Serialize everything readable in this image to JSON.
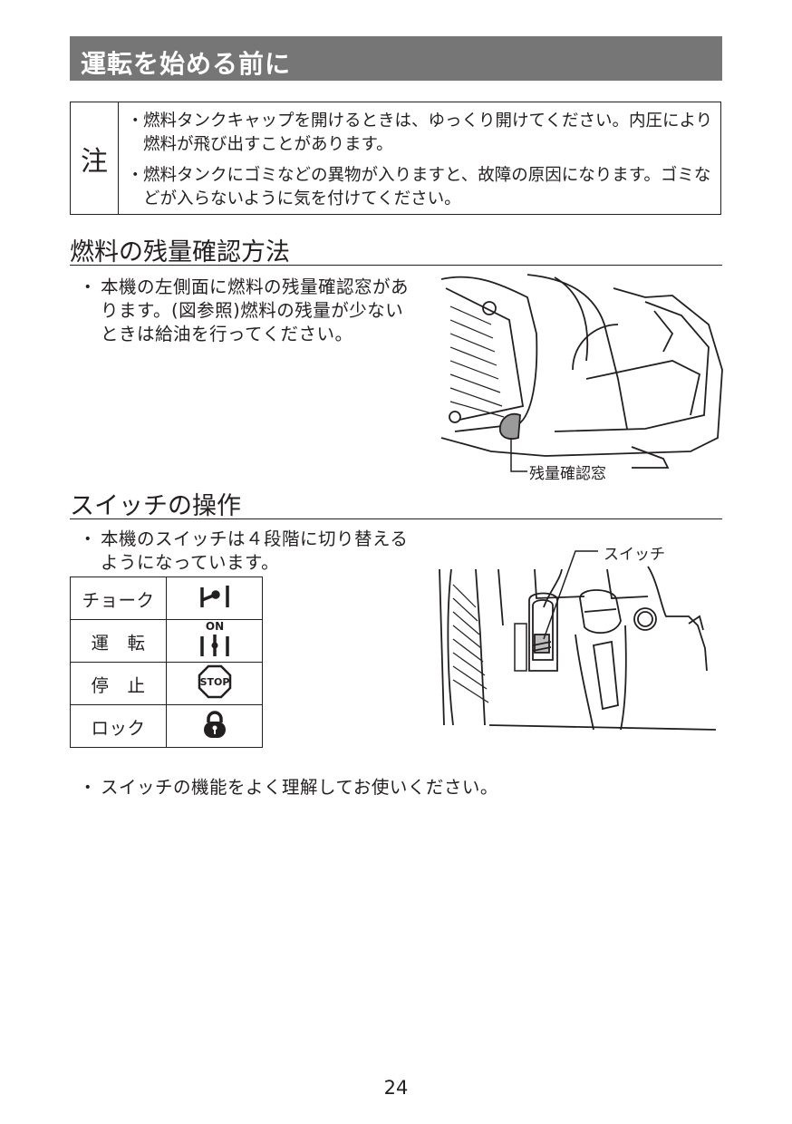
{
  "header": {
    "title": "運転を始める前に"
  },
  "caution": {
    "label": "注",
    "items": [
      {
        "bullet": "・",
        "text": "燃料タンクキャップを開けるときは、ゆっくり開けてください。内圧により燃料が飛び出すことがあります。"
      },
      {
        "bullet": "・",
        "text": "燃料タンクにゴミなどの異物が入りますと、故障の原因になります。ゴミなどが入らないように気を付けてください。"
      }
    ]
  },
  "fuel_section": {
    "title": "燃料の残量確認方法",
    "bullet": "・",
    "text": "本機の左側面に燃料の残量確認窓があります。(図参照)燃料の残量が少ないときは給油を行ってください。",
    "figure_label": "残量確認窓"
  },
  "switch_section": {
    "title": "スイッチの操作",
    "bullet": "・",
    "text": "本機のスイッチは４段階に切り替えるようになっています。",
    "figure_label": "スイッチ",
    "table": [
      {
        "label": "チョーク",
        "icon": "choke-icon"
      },
      {
        "label": "運　転",
        "icon": "on-run-icon",
        "icon_text": "ON"
      },
      {
        "label": "停　止",
        "icon": "stop-icon",
        "icon_text": "STOP"
      },
      {
        "label": "ロック",
        "icon": "lock-icon"
      }
    ],
    "note_bullet": "・",
    "note": "スイッチの機能をよく理解してお使いください。"
  },
  "page_number": "24"
}
